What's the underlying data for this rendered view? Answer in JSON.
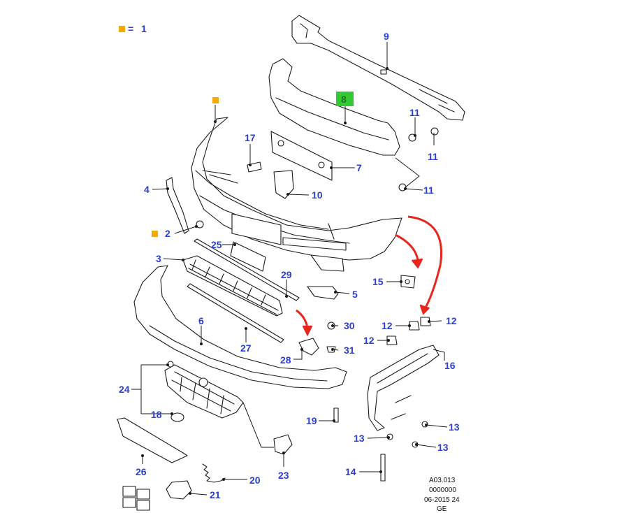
{
  "colors": {
    "callout": "#2b3fd6",
    "marker": "#f5a800",
    "highlight": "#34c934",
    "arrow": "#e8261e",
    "line": "#1a1a1a"
  },
  "legend": {
    "symbol": "■",
    "equals": "=",
    "value": "1"
  },
  "highlight_part": "8",
  "callouts": {
    "c1": "1",
    "c2": "2",
    "c3": "3",
    "c4": "4",
    "c5": "5",
    "c6": "6",
    "c7": "7",
    "c8": "8",
    "c9": "9",
    "c10": "10",
    "c11": "11",
    "c12": "12",
    "c13": "13",
    "c14": "14",
    "c15": "15",
    "c16": "16",
    "c17": "17",
    "c18": "18",
    "c19": "19",
    "c20": "20",
    "c21": "21",
    "c23": "23",
    "c24": "24",
    "c25": "25",
    "c26": "26",
    "c27": "27",
    "c28": "28",
    "c29": "29",
    "c30": "30",
    "c31": "31"
  },
  "reference": {
    "code": "A03.013",
    "number": "0000000",
    "date": "06-2015 24",
    "lang": "GE"
  }
}
